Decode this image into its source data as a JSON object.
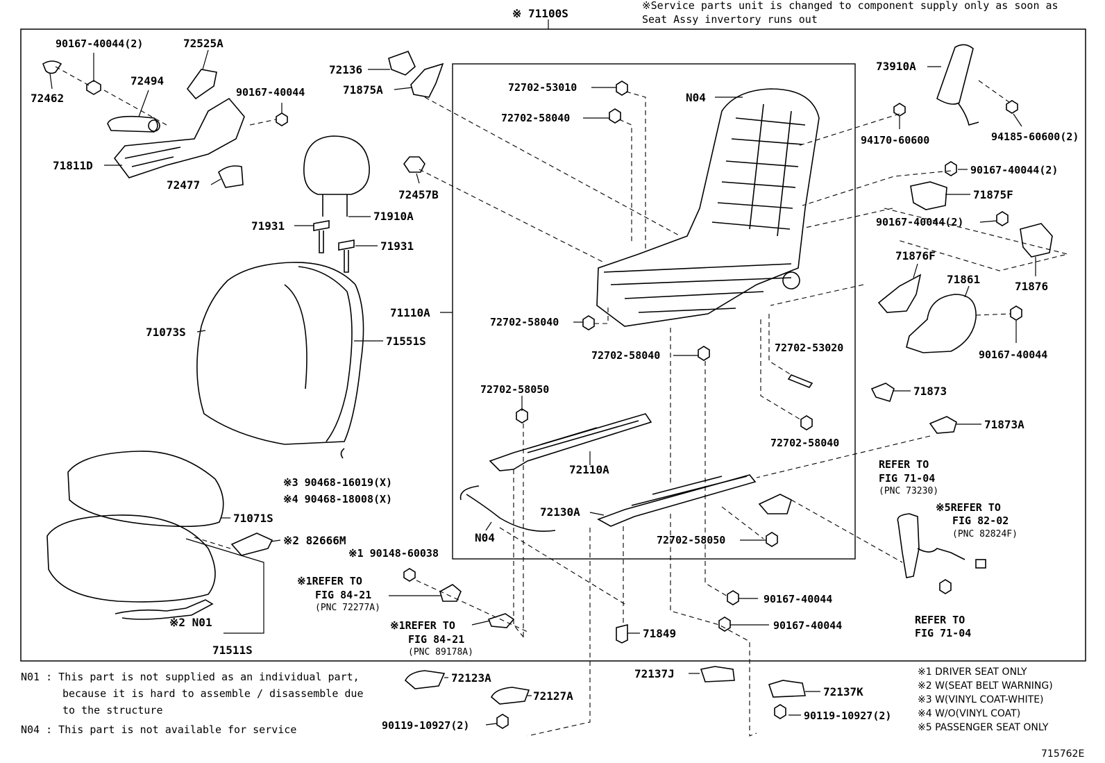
{
  "header": {
    "assembly_label": "※ 71100S",
    "service_note_1": "※Service parts unit is changed to component supply only as soon as",
    "service_note_2": "Seat Assy invertory runs out"
  },
  "parts": {
    "p90167_40044_2_a": "90167-40044(2)",
    "p72525A": "72525A",
    "p72462": "72462",
    "p72494": "72494",
    "p90167_40044_a": "90167-40044",
    "p71811D": "71811D",
    "p72477": "72477",
    "p72136": "72136",
    "p71875A": "71875A",
    "p72457B": "72457B",
    "p71931_a": "71931",
    "p71910A": "71910A",
    "p71931_b": "71931",
    "p71073S": "71073S",
    "p71110A": "71110A",
    "p71551S": "71551S",
    "p90468_16019": "※3 90468-16019(X)",
    "p90468_18008": "※4 90468-18008(X)",
    "p71071S": "71071S",
    "p82666M": "※2 82666M",
    "p90148_60038": "※1 90148-60038",
    "p_n01": "※2 N01",
    "p71511S": "71511S",
    "p72702_53010": "72702-53010",
    "p72702_58040_a": "72702-58040",
    "p_n04_top": "N04",
    "p72702_58040_b": "72702-58040",
    "p72702_58040_c": "72702-58040",
    "p72702_53020": "72702-53020",
    "p72702_58050_a": "72702-58050",
    "p72110A": "72110A",
    "p72702_58040_d": "72702-58040",
    "p72130A": "72130A",
    "p_n04_bottom": "N04",
    "p72702_58050_b": "72702-58050",
    "p90167_40044_b": "90167-40044",
    "p90167_40044_c": "90167-40044",
    "p71849": "71849",
    "p73910A": "73910A",
    "p94170_60600": "94170-60600",
    "p94185_60600": "94185-60600(2)",
    "p90167_40044_2_b": "90167-40044(2)",
    "p71875F": "71875F",
    "p90167_40044_2_c": "90167-40044(2)",
    "p71876F": "71876F",
    "p71861": "71861",
    "p71876": "71876",
    "p90167_40044_d": "90167-40044",
    "p71873": "71873",
    "p71873A": "71873A",
    "p72123A": "72123A",
    "p72127A": "72127A",
    "p90119_10927_a": "90119-10927(2)",
    "p72137J": "72137J",
    "p72137K": "72137K",
    "p90119_10927_b": "90119-10927(2)"
  },
  "refs": {
    "r1_title": "※1REFER TO",
    "r1_fig": "FIG 84-21",
    "r1_pnc": "(PNC 72277A)",
    "r2_title": "※1REFER TO",
    "r2_fig": "FIG 84-21",
    "r2_pnc": "(PNC 89178A)",
    "r3_title": "REFER TO",
    "r3_fig": "FIG 71-04",
    "r3_pnc": "(PNC 73230)",
    "r4_title": "※5REFER TO",
    "r4_fig": "FIG 82-02",
    "r4_pnc": "(PNC 82824F)",
    "r5_title": "REFER TO",
    "r5_fig": "FIG 71-04"
  },
  "notes": {
    "n01_line1": "N01 : This part is not supplied as an individual part,",
    "n01_line2": "because it is hard to assemble / disassemble due",
    "n01_line3": "to the structure",
    "n04_line1": "N04 : This part is not available for service"
  },
  "legend": [
    "※1 DRIVER SEAT ONLY",
    "※2 W(SEAT BELT WARNING)",
    "※3 W(VINYL COAT-WHITE)",
    "※4 W/O(VINYL COAT)",
    "※5 PASSENGER SEAT ONLY"
  ],
  "figure_id": "715762E"
}
